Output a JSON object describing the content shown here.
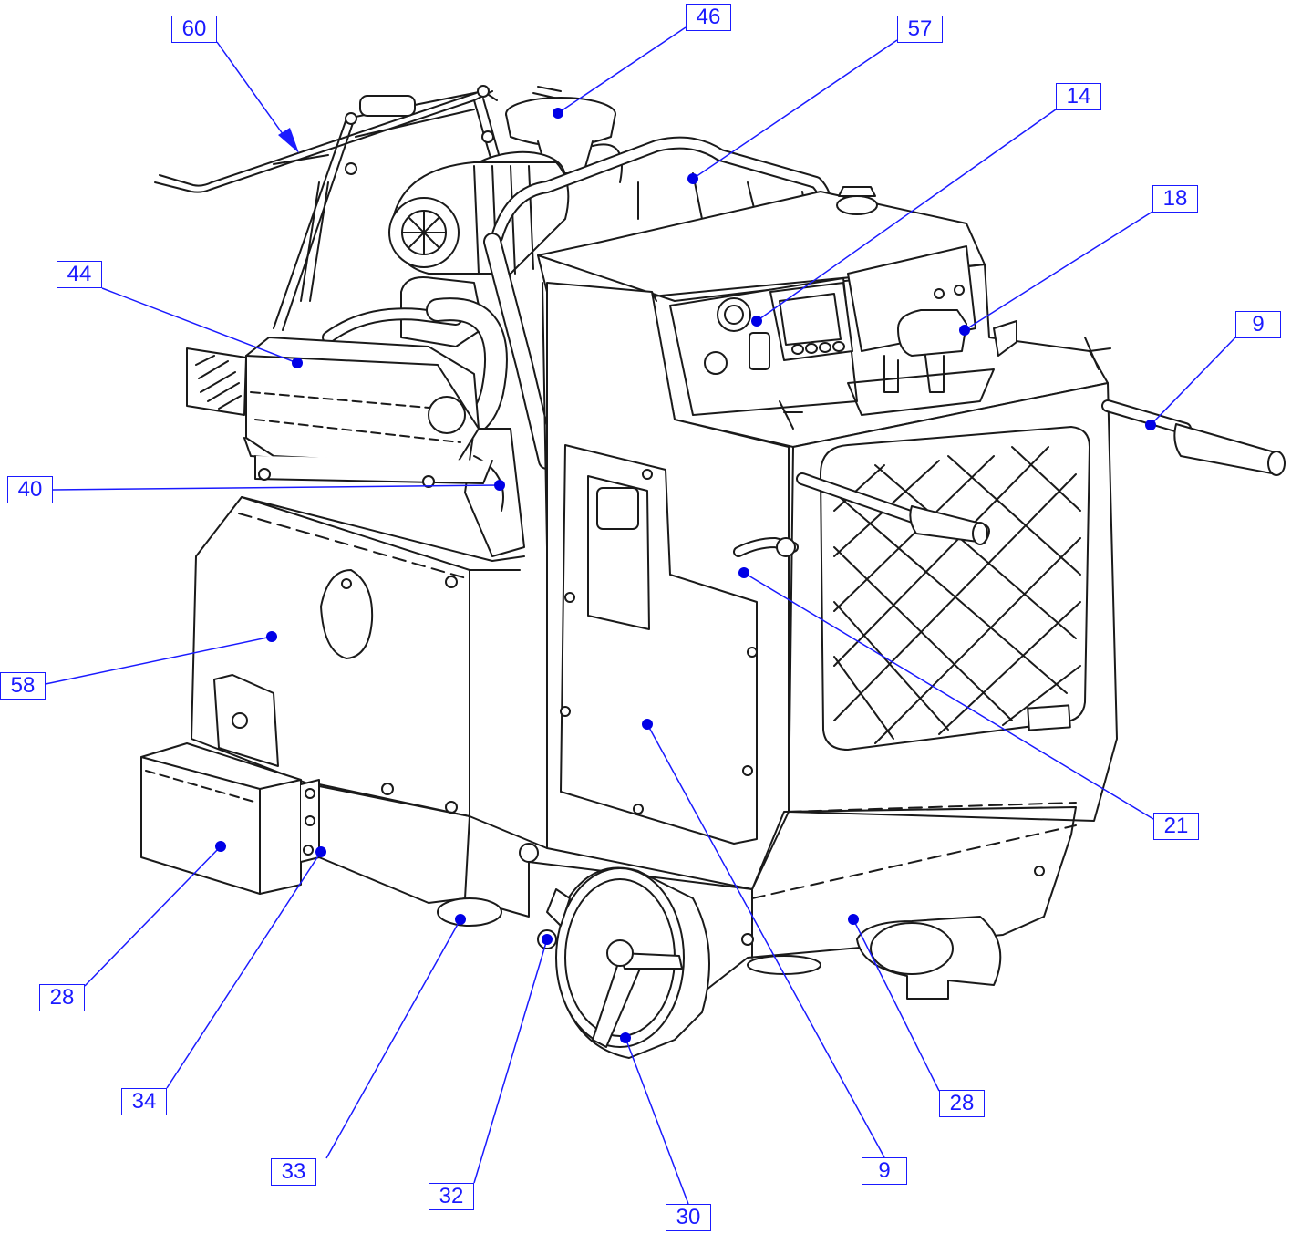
{
  "colors": {
    "callout": "#1a1aff",
    "dot": "#0000e6",
    "ink": "#1a1a1a"
  },
  "callouts": [
    {
      "id": "c60",
      "label": "60"
    },
    {
      "id": "c46",
      "label": "46"
    },
    {
      "id": "c57",
      "label": "57"
    },
    {
      "id": "c14",
      "label": "14"
    },
    {
      "id": "c18",
      "label": "18"
    },
    {
      "id": "c9a",
      "label": "9"
    },
    {
      "id": "c44",
      "label": "44"
    },
    {
      "id": "c40",
      "label": "40"
    },
    {
      "id": "c58",
      "label": "58"
    },
    {
      "id": "c21",
      "label": "21"
    },
    {
      "id": "c28a",
      "label": "28"
    },
    {
      "id": "c28b",
      "label": "28"
    },
    {
      "id": "c34",
      "label": "34"
    },
    {
      "id": "c33",
      "label": "33"
    },
    {
      "id": "c32",
      "label": "32"
    },
    {
      "id": "c30",
      "label": "30"
    },
    {
      "id": "c9b",
      "label": "9"
    }
  ]
}
